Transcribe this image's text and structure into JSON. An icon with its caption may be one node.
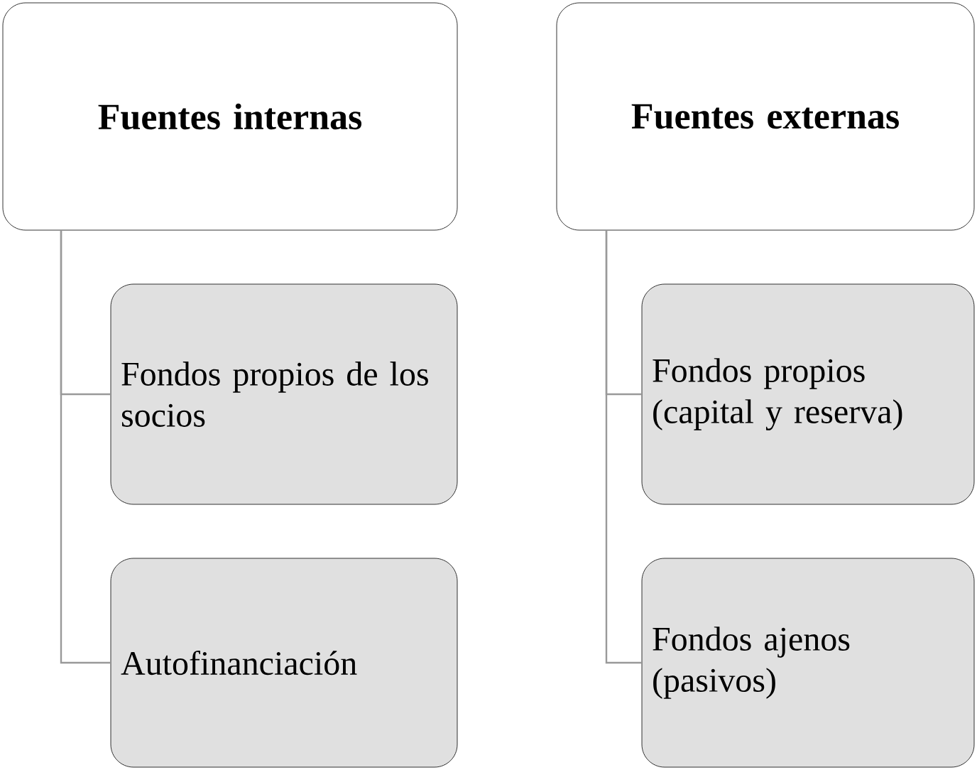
{
  "diagram": {
    "nodes": [
      {
        "text": [
          "**Fuentes internas**"
        ]
      },
      {
        "text": [
          "Fondos propios de los socios"
        ]
      },
      {
        "text": [
          "Autofinanciación"
        ]
      },
      {
        "text": [
          "**Fuentes externas**"
        ]
      },
      {
        "text": [
          "Fondos propios (capital y reserva)"
        ]
      },
      {
        "text": [
          "Fondos ajenos (pasivos)"
        ]
      }
    ],
    "edges": [
      {
        "from": 0,
        "to": 1,
        "arrow": "none"
      },
      {
        "from": 0,
        "to": 2,
        "arrow": "none"
      },
      {
        "from": 3,
        "to": 4,
        "arrow": "none"
      },
      {
        "from": 3,
        "to": 5,
        "arrow": "none"
      }
    ]
  }
}
